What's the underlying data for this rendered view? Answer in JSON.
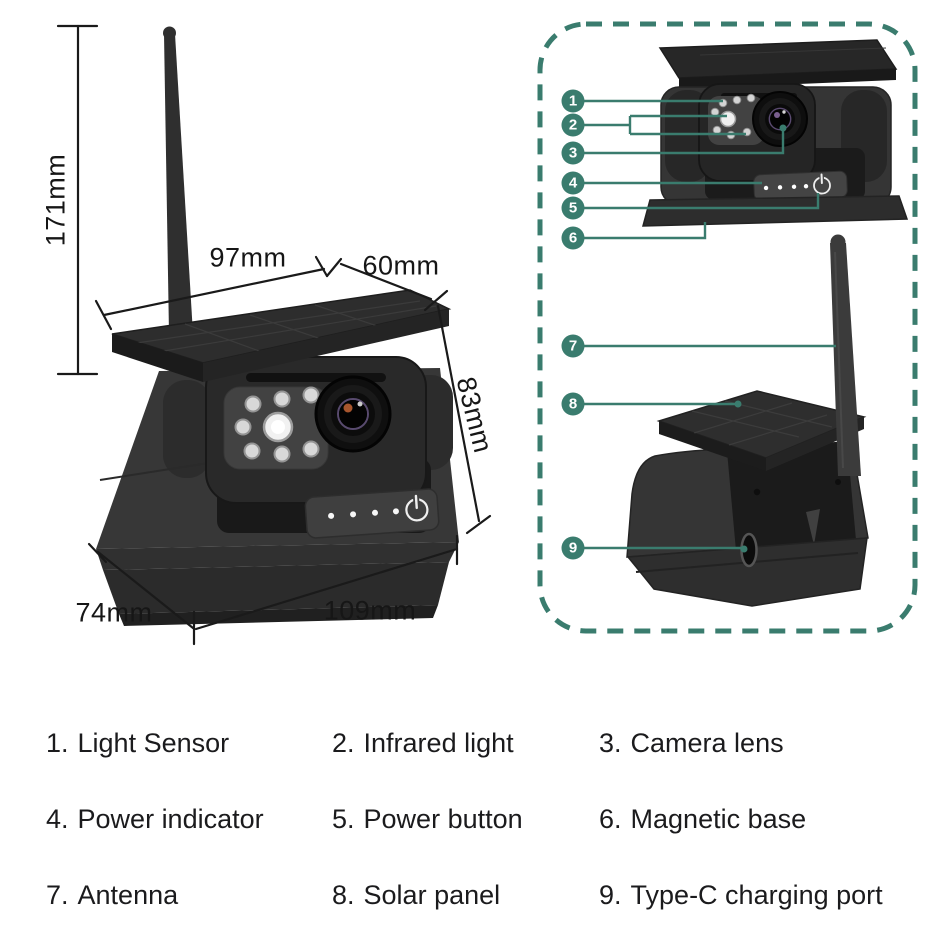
{
  "accent_color": "#3A7C6E",
  "dimensions": {
    "height": "171mm",
    "top_width": "97mm",
    "top_depth": "60mm",
    "body_height": "83mm",
    "base_depth": "74mm",
    "base_width": "109mm"
  },
  "callouts": {
    "markers": [
      "1",
      "2",
      "3",
      "4",
      "5",
      "6",
      "7",
      "8",
      "9"
    ]
  },
  "legend": {
    "items": [
      {
        "num": "1.",
        "label": "Light Sensor"
      },
      {
        "num": "2.",
        "label": "Infrared light"
      },
      {
        "num": "3.",
        "label": "Camera lens"
      },
      {
        "num": "4.",
        "label": "Power indicator"
      },
      {
        "num": "5.",
        "label": "Power button"
      },
      {
        "num": "6.",
        "label": "Magnetic base"
      },
      {
        "num": "7.",
        "label": "Antenna"
      },
      {
        "num": "8.",
        "label": "Solar panel"
      },
      {
        "num": "9.",
        "label": "Type-C charging port"
      }
    ]
  }
}
